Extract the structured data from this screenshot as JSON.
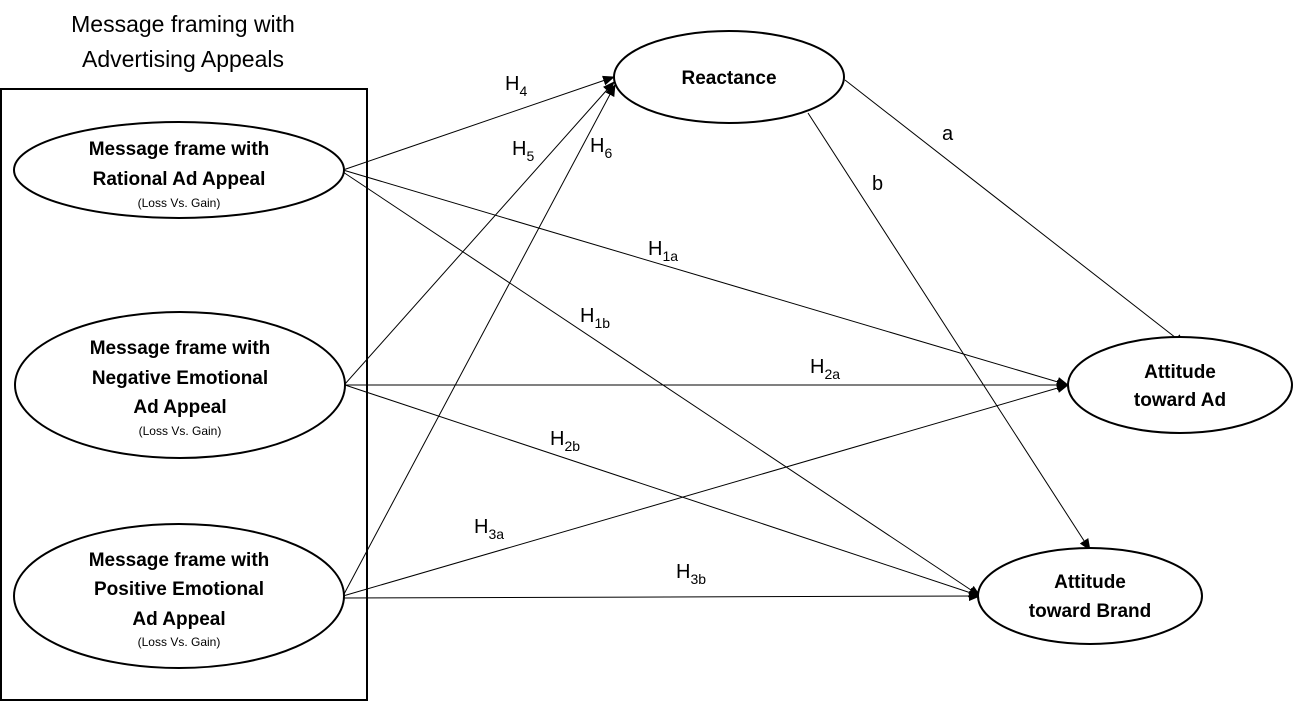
{
  "group": {
    "title_line1": "Message framing with",
    "title_line2": "Advertising Appeals"
  },
  "nodes": {
    "rational": {
      "line1": "Message frame with",
      "line2": "Rational Ad Appeal",
      "sub": "(Loss Vs. Gain)"
    },
    "negative": {
      "line1": "Message frame with",
      "line2": "Negative Emotional",
      "line3": "Ad Appeal",
      "sub": "(Loss Vs. Gain)"
    },
    "positive": {
      "line1": "Message frame with",
      "line2": "Positive Emotional",
      "line3": "Ad Appeal",
      "sub": "(Loss Vs. Gain)"
    },
    "reactance": {
      "line1": "Reactance"
    },
    "attitude_ad": {
      "line1": "Attitude",
      "line2": "toward Ad"
    },
    "attitude_brand": {
      "line1": "Attitude",
      "line2": "toward Brand"
    }
  },
  "edges": {
    "h4": {
      "main": "H",
      "sub": "4"
    },
    "h5": {
      "main": "H",
      "sub": "5"
    },
    "h6": {
      "main": "H",
      "sub": "6"
    },
    "h1a": {
      "main": "H",
      "sub": "1a"
    },
    "h1b": {
      "main": "H",
      "sub": "1b"
    },
    "h2a": {
      "main": "H",
      "sub": "2a"
    },
    "h2b": {
      "main": "H",
      "sub": "2b"
    },
    "h3a": {
      "main": "H",
      "sub": "3a"
    },
    "h3b": {
      "main": "H",
      "sub": "3b"
    },
    "a": {
      "main": "a"
    },
    "b": {
      "main": "b"
    }
  }
}
